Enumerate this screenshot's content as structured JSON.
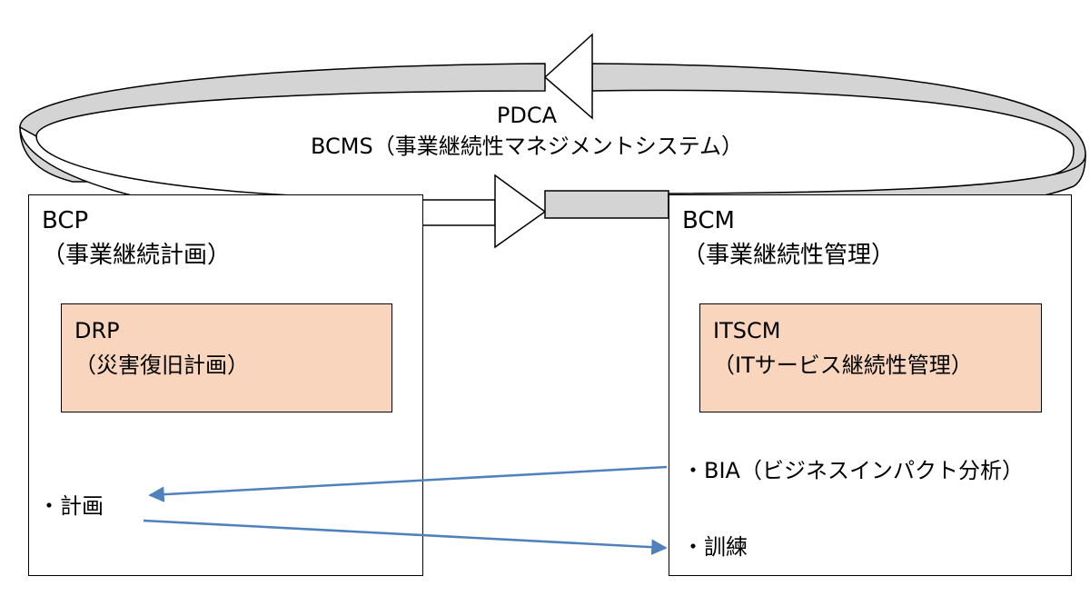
{
  "cycle": {
    "title_line1": "PDCA",
    "title_line2": "BCMS（事業継続性マネジメントシステム）"
  },
  "bcp": {
    "title": "BCP",
    "subtitle": "（事業継続計画）",
    "inner": {
      "title": "DRP",
      "subtitle": "（災害復旧計画）"
    },
    "items": [
      "・計画"
    ]
  },
  "bcm": {
    "title": "BCM",
    "subtitle": "（事業継続性管理）",
    "inner": {
      "title": "ITSCM",
      "subtitle": "（ITサービス継続性管理）"
    },
    "items": [
      "・BIA（ビジネスインパクト分析）",
      "・訓練"
    ]
  },
  "colors": {
    "inner_box_fill": "#f8d5bc",
    "connector_arrow": "#4f81bd",
    "cycle_shaded": "#d4d4d4",
    "outline": "#000000"
  }
}
